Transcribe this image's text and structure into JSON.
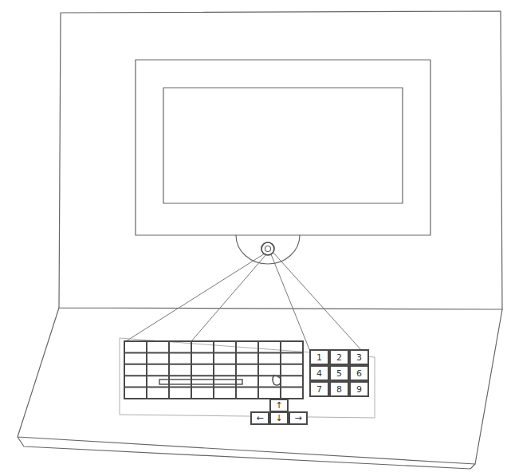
{
  "diagram": {
    "nodes": [
      {
        "text": [
          "1"
        ]
      },
      {
        "text": [
          "2"
        ]
      },
      {
        "text": [
          "3"
        ]
      },
      {
        "text": [
          "4"
        ]
      },
      {
        "text": [
          "5"
        ]
      },
      {
        "text": [
          "6"
        ]
      },
      {
        "text": [
          "7"
        ]
      },
      {
        "text": [
          "8"
        ]
      },
      {
        "text": [
          "9"
        ]
      },
      {
        "text": [
          "↑"
        ]
      },
      {
        "text": [
          "←"
        ]
      },
      {
        "text": [
          "↓"
        ]
      },
      {
        "text": [
          "→"
        ]
      }
    ]
  }
}
